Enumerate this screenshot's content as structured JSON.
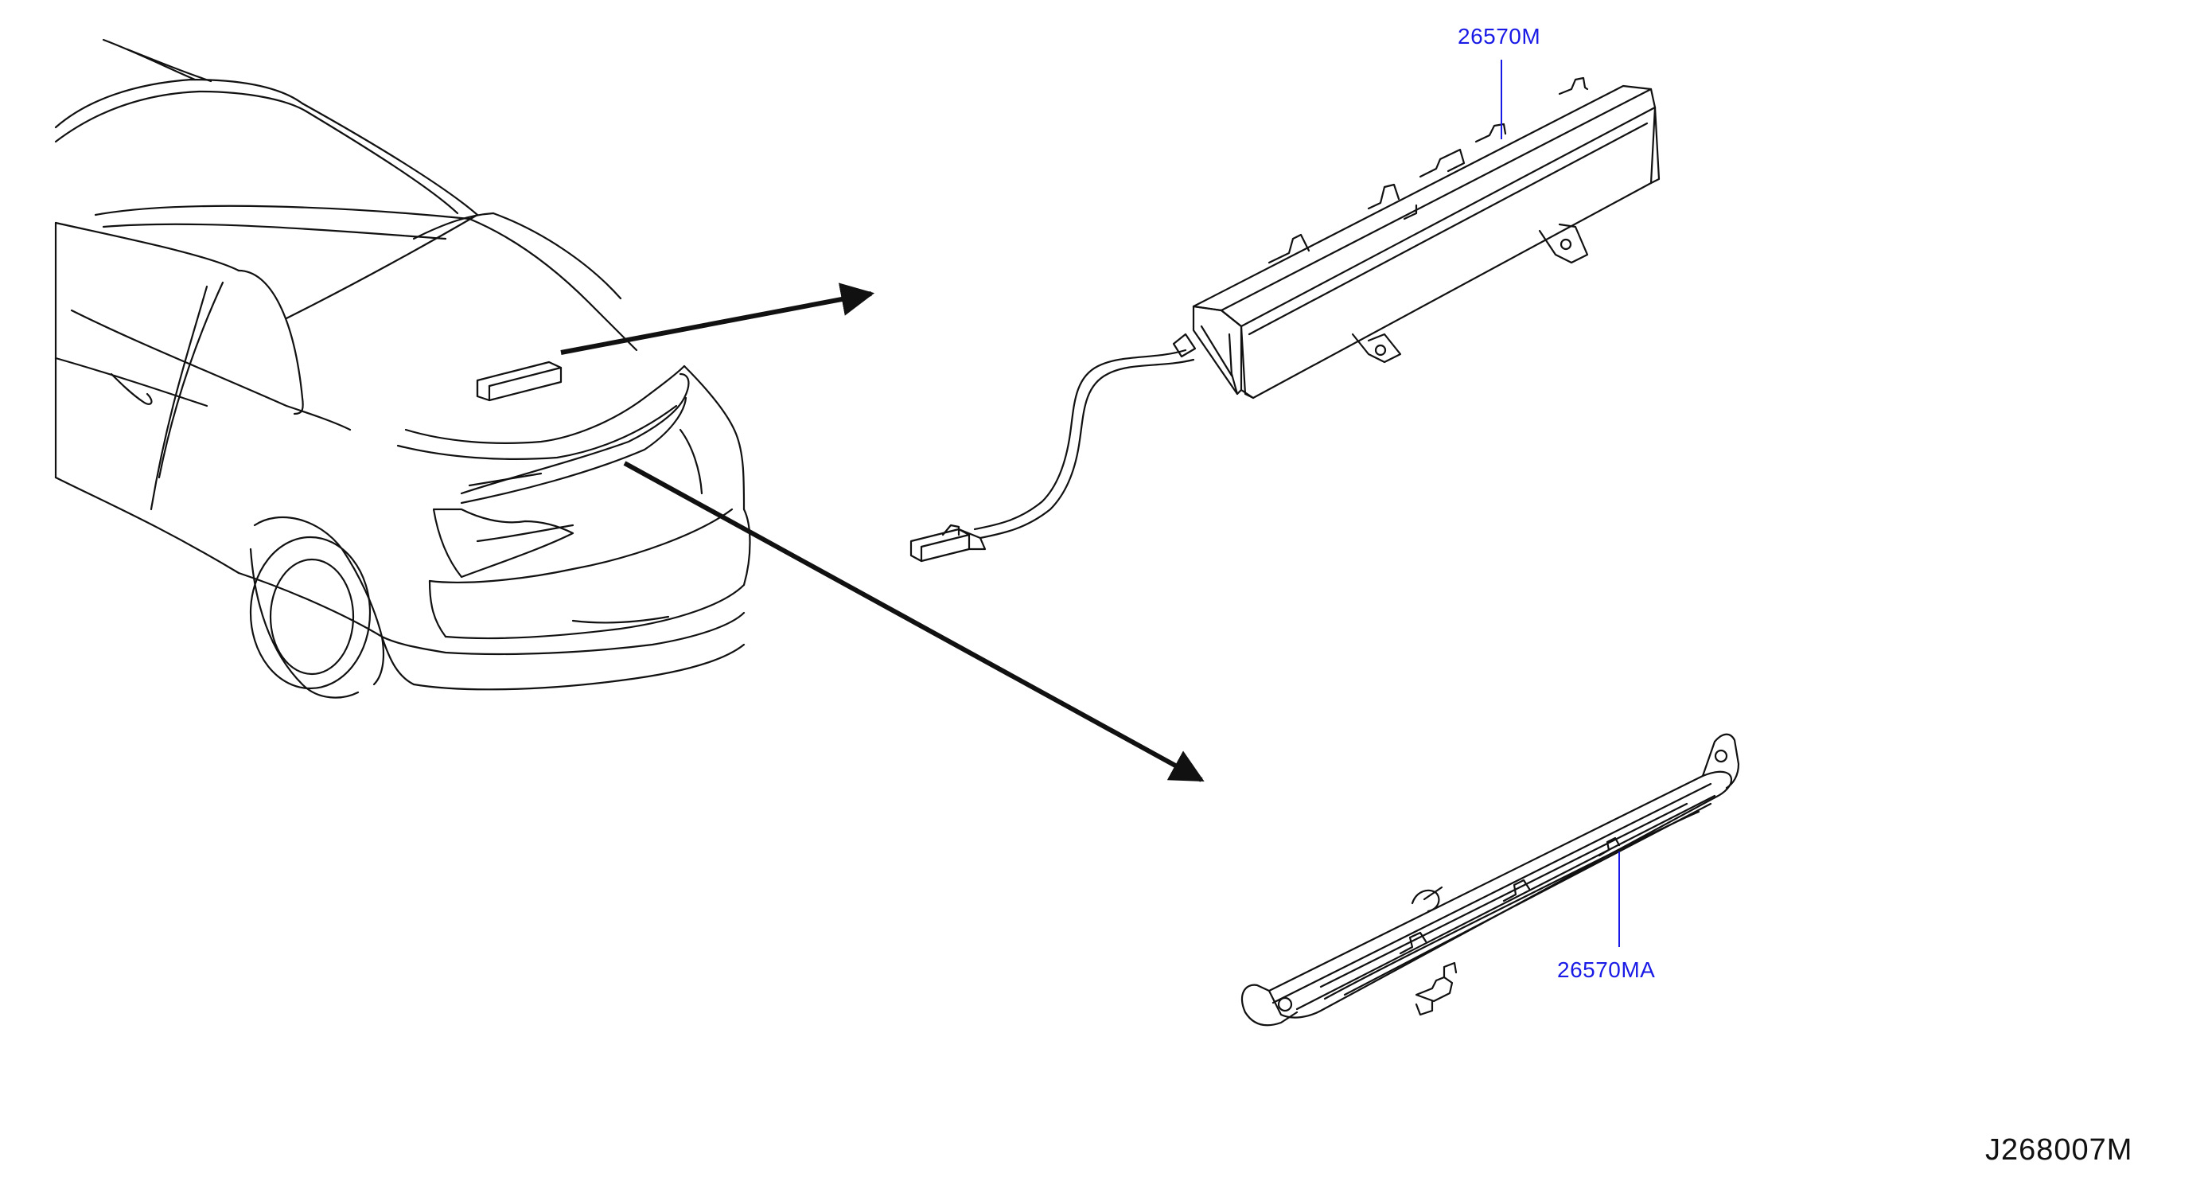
{
  "diagram": {
    "id": "J268007M",
    "parts": [
      {
        "part_number": "26570M",
        "label": "26570M",
        "icon": "high-mount-stop-lamp-assembly"
      },
      {
        "part_number": "26570MA",
        "label": "26570MA",
        "icon": "spoiler-stop-lamp-strip"
      }
    ],
    "colors": {
      "line": "#111111",
      "callout_text": "#1a1ae6",
      "callout_leader": "#1a1ae6",
      "background": "#ffffff"
    }
  }
}
